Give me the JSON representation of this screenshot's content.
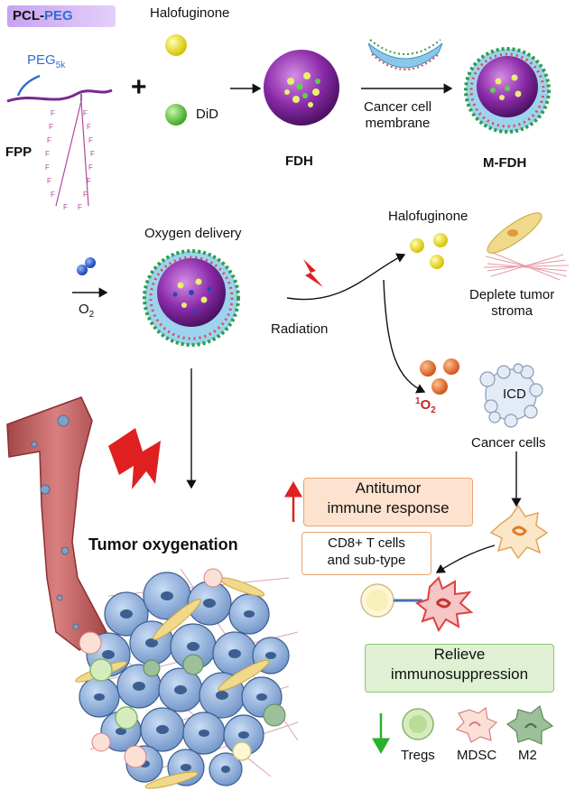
{
  "polymer": {
    "pcl": "PCL-",
    "peg": "PEG",
    "peg_label": "PEG",
    "peg_sub": "5k",
    "fpp": "FPP"
  },
  "reagents": {
    "halofuginone": "Halofuginone",
    "did": "DiD",
    "plus": "+"
  },
  "steps": {
    "fdh": "FDH",
    "membrane": "Cancer cell\nmembrane",
    "mfdh": "M-FDH"
  },
  "oxygen": {
    "delivery": "Oxygen delivery",
    "o2": "O",
    "o2_sub": "2"
  },
  "radiation": {
    "label": "Radiation"
  },
  "release": {
    "halofuginone": "Halofuginone",
    "stroma": "Deplete tumor\nstroma",
    "singlet_sup": "1",
    "singlet_o": "O",
    "singlet_sub": "2",
    "icd": "ICD",
    "cancer_cells": "Cancer cells"
  },
  "tumor": {
    "title": "Tumor oxygenation"
  },
  "immune": {
    "antitumor": "Antitumor\nimmune response",
    "cd8": "CD8+ T cells\nand sub-type",
    "relieve": "Relieve\nimmunosuppression",
    "tregs": "Tregs",
    "mdsc": "MDSC",
    "m2": "M2"
  },
  "colors": {
    "purple": "#7a2a8c",
    "peg_blue": "#2f6fd1",
    "red": "#e02020",
    "green_arrow": "#2bb02b"
  }
}
